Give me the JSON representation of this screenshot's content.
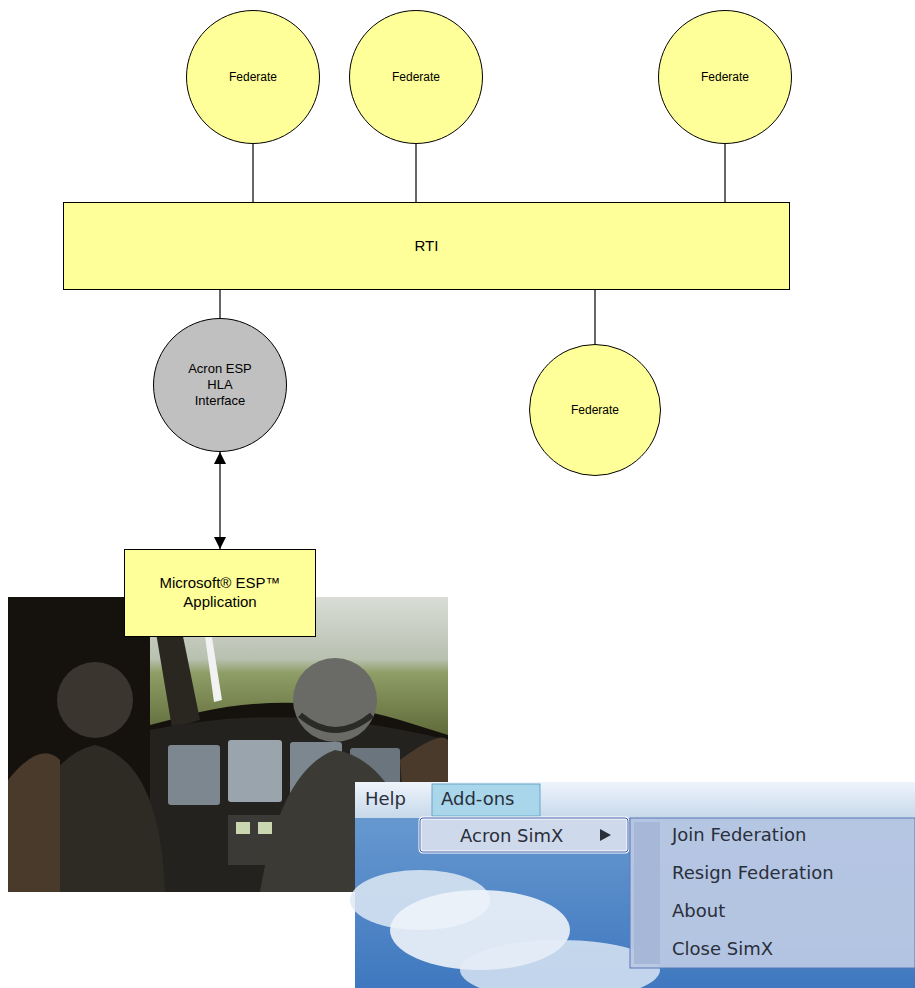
{
  "diagram": {
    "nodes": [
      {
        "text": [
          "Federate"
        ]
      },
      {
        "text": [
          "Federate"
        ]
      },
      {
        "text": [
          "Federate"
        ]
      },
      {
        "text": [
          "RTI"
        ]
      },
      {
        "text": [
          "Acron ESP HLA Interface"
        ]
      },
      {
        "text": [
          "Federate"
        ]
      },
      {
        "text": [
          "Microsoft® ESP™ Application"
        ]
      }
    ],
    "edges": [
      {
        "from": 0,
        "to": 3,
        "arrow": "none"
      },
      {
        "from": 1,
        "to": 3,
        "arrow": "none"
      },
      {
        "from": 2,
        "to": 3,
        "arrow": "none"
      },
      {
        "from": 3,
        "to": 4,
        "arrow": "none"
      },
      {
        "from": 3,
        "to": 5,
        "arrow": "none"
      },
      {
        "from": 4,
        "to": 6,
        "arrow": "both"
      }
    ],
    "labels": [
      "Help",
      "Add-ons",
      "Acron SimX",
      "Join Federation",
      "Resign Federation",
      "About",
      "Close SimX"
    ]
  }
}
